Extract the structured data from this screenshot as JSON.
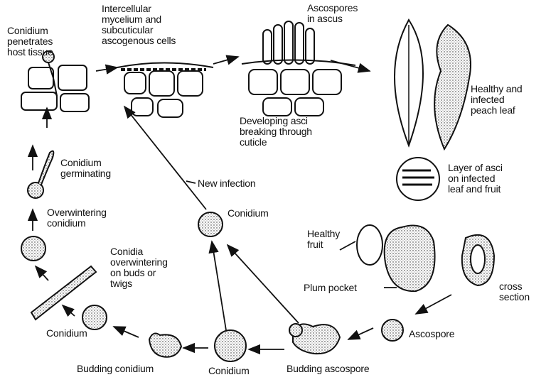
{
  "labels": {
    "penetrates": [
      "Conidium",
      "penetrates",
      "host tissue"
    ],
    "mycelium": [
      "Intercellular",
      "mycelium and",
      "subcuticular",
      "ascogenous cells"
    ],
    "ascospores_in_ascus": [
      "Ascospores",
      "in ascus"
    ],
    "developing_asci": [
      "Developing asci",
      "breaking through",
      "cuticle"
    ],
    "peach_leaf": [
      "Healthy and",
      "infected",
      "peach leaf"
    ],
    "layer_of_asci": [
      "Layer of asci",
      "on infected",
      "leaf and fruit"
    ],
    "healthy_fruit": [
      "Healthy",
      "fruit"
    ],
    "plum_pocket": "Plum pocket",
    "cross_section": [
      "cross",
      "section"
    ],
    "ascospore": "Ascospore",
    "budding_ascospore": "Budding ascospore",
    "conidium_bottom": "Conidium",
    "budding_conidium": "Budding conidium",
    "conidium_left": "Conidium",
    "conidia_overwintering": [
      "Conidia",
      "overwintering",
      "on buds or",
      "twigs"
    ],
    "overwintering_conidium": [
      "Overwintering",
      "conidium"
    ],
    "conidium_germinating": [
      "Conidium",
      "germinating"
    ],
    "new_infection": "New infection",
    "conidium_center": "Conidium"
  }
}
